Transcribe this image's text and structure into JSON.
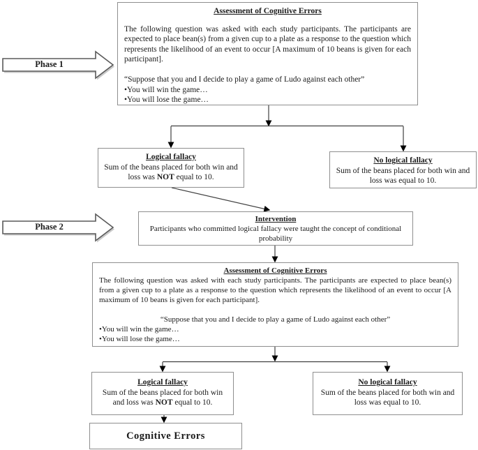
{
  "colors": {
    "background": "#ffffff",
    "box_border": "#8e8e8e",
    "connector": "#404040",
    "arrowhead": "#000000",
    "text": "#1a1a1a"
  },
  "phase1": {
    "label": "Phase 1"
  },
  "phase2": {
    "label": "Phase 2"
  },
  "assessment1": {
    "title": "Assessment of Cognitive Errors",
    "paragraph": "The following question was asked with each study participants. The participants are expected to place bean(s) from a given cup to a plate as a response to the question which represents the likelihood of an event to occur [A maximum of 10 beans is given for each participant].",
    "quote": "“Suppose that you and I decide to play a game of Ludo against each other”",
    "bullets": [
      "•You will win the game…",
      "•You will lose the game…"
    ]
  },
  "branch1": {
    "logical_fallacy": {
      "title": "Logical fallacy",
      "text_part1": "Sum of the beans placed for both win and loss was ",
      "text_bold": "NOT",
      "text_part2": " equal to 10."
    },
    "no_logical_fallacy": {
      "title": "No logical fallacy",
      "text": "Sum of the beans placed for both win and loss was equal to 10."
    }
  },
  "intervention": {
    "title": "Intervention",
    "text": "Participants who committed logical fallacy were taught the concept of conditional probability"
  },
  "assessment2": {
    "title": "Assessment of Cognitive Errors",
    "paragraph": "The following question was asked with each study participants. The participants are expected to place bean(s) from a given cup to a plate as a response to the question which represents the likelihood of an event to occur [A maximum of 10 beans is given for each participant].",
    "quote": "“Suppose that you and I decide to play a game of Ludo against each other”",
    "bullets": [
      "•You will win the game…",
      "•You will lose the game…"
    ]
  },
  "branch2": {
    "logical_fallacy": {
      "title": "Logical fallacy",
      "text_part1": "Sum of the beans placed for both win and loss was ",
      "text_bold": "NOT",
      "text_part2": " equal to 10."
    },
    "no_logical_fallacy": {
      "title": "No logical fallacy",
      "text": "Sum of the beans placed for both win and loss was equal to 10."
    }
  },
  "cognitive_errors": {
    "label": "Cognitive Errors"
  }
}
